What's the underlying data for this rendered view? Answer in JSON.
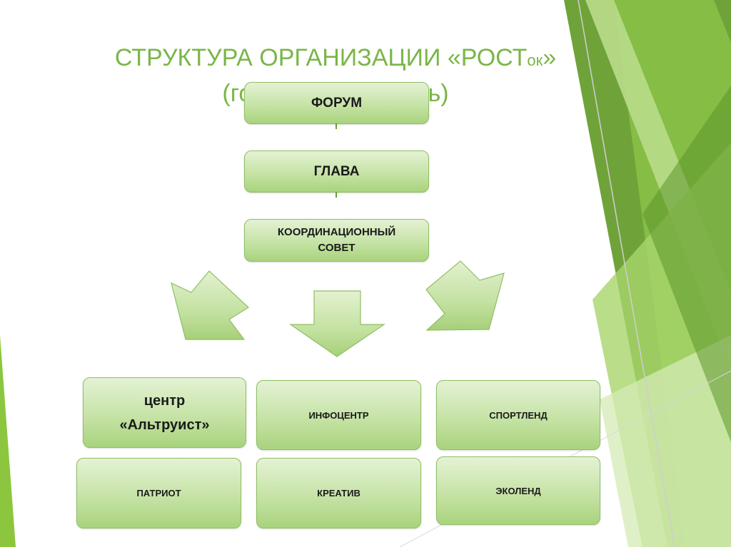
{
  "title": {
    "line1": "СТРУКТУРА ОРГАНИЗАЦИИ «РОСТ",
    "line1_small": "ок",
    "line1_end": "»",
    "line2": "(городской уровень)"
  },
  "nodes": {
    "forum": "ФОРУМ",
    "head": "ГЛАВА",
    "council_line1": "КООРДИНАЦИОННЫЙ",
    "council_line2": "СОВЕТ",
    "altruist_line1": "центр",
    "altruist_line2": "«Альтруист»",
    "infocenter": "ИНФОЦЕНТР",
    "sportland": "СПОРТЛЕНД",
    "patriot": "ПАТРИОТ",
    "creative": "КРЕАТИВ",
    "ecoland": "ЭКОЛЕНД"
  },
  "colors": {
    "accent": "#7ab648",
    "box_top": "#e4f2d4",
    "box_bottom": "#a9d37d",
    "stripe_dark": "#5e9a2e",
    "stripe_light": "#9bcc5a"
  }
}
